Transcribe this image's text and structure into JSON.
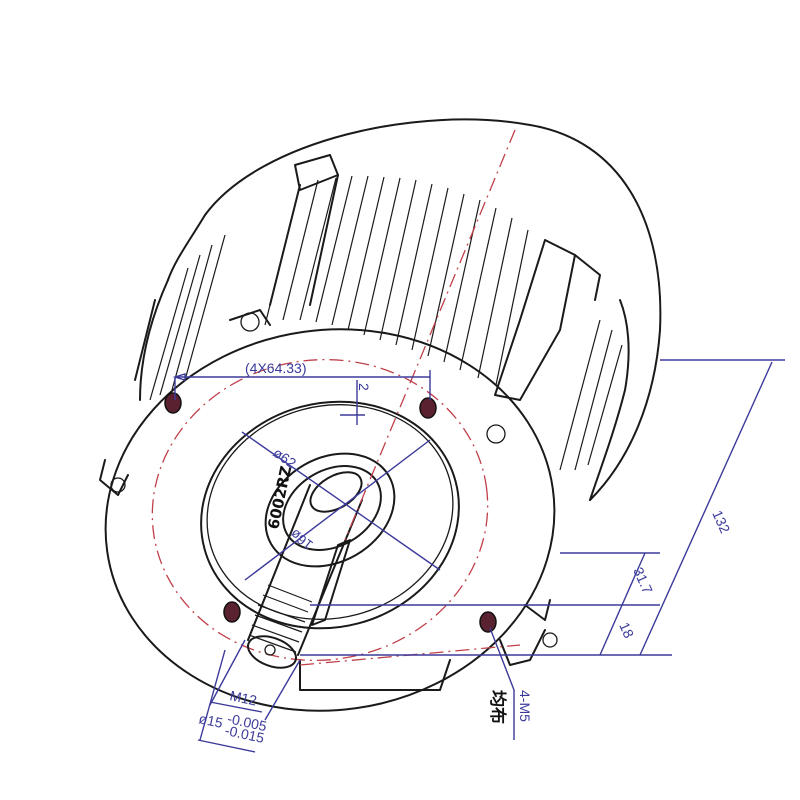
{
  "drawing": {
    "title": "Brushless DC motor outline dimension drawing",
    "colors": {
      "outline": "#1a1a1a",
      "dimension": "#3b3a9a",
      "centerline": "#c0404a",
      "background": "#ffffff"
    },
    "dimensions": {
      "bolt_spacing": "(4X64.33)",
      "flange_offset": "2",
      "pilot_diameter": "ø62",
      "shaft_circle": "16ø",
      "thread": "M12",
      "shaft_diameter": "ø15",
      "shaft_tol_upper": "-0.005",
      "shaft_tol_lower": "-0.015",
      "dim_31_7": "31.7",
      "dim_18": "18",
      "overall_length": "132",
      "mount_holes": "4-M5",
      "mount_holes_note": "均布"
    },
    "bearing_label": "6002RZ"
  }
}
